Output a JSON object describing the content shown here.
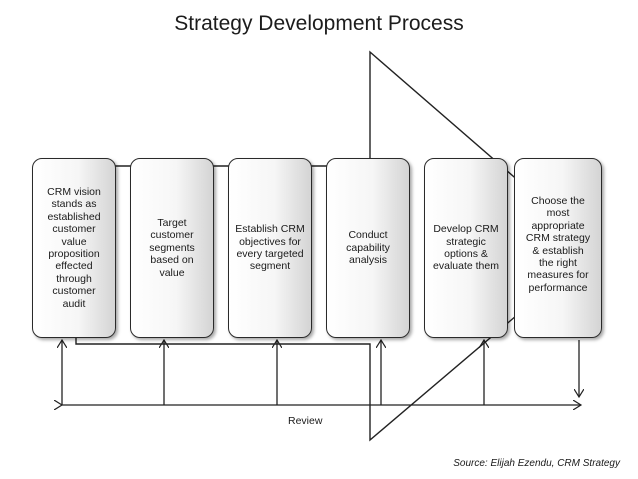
{
  "title": "Strategy Development Process",
  "steps": [
    {
      "label": "CRM vision\nstands as\nestablished\ncustomer\nvalue\nproposition\neffected\nthrough\ncustomer\naudit"
    },
    {
      "label": "Target\ncustomer\nsegments\nbased on\nvalue"
    },
    {
      "label": "Establish CRM\nobjectives for\nevery targeted\nsegment"
    },
    {
      "label": "Conduct\ncapability\nanalysis"
    },
    {
      "label": "Develop CRM\nstrategic\noptions &\nevaluate them"
    },
    {
      "label": "Choose the\nmost\nappropriate\nCRM strategy\n& establish\nthe right\nmeasures for\nperformance"
    }
  ],
  "feedback_label": "Review",
  "source": "Source: Elijah Ezendu, CRM Strategy"
}
